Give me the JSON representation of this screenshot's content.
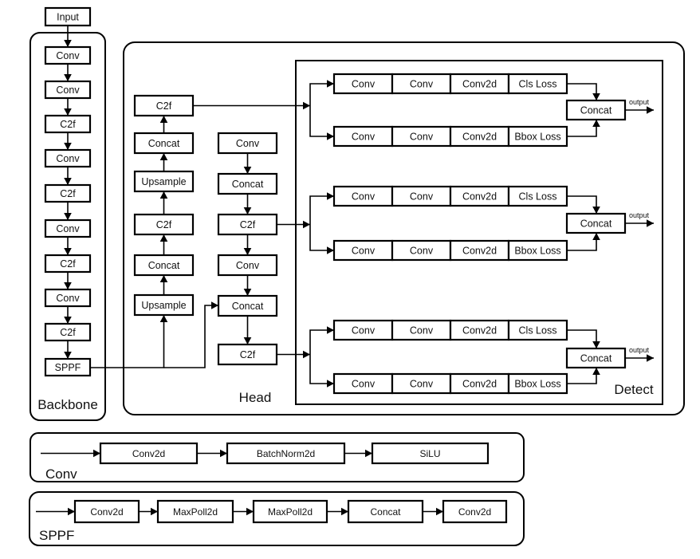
{
  "diagram": {
    "colors": {
      "stroke": "#000000",
      "background": "#ffffff",
      "text": "#111111"
    },
    "input": {
      "label": "Input"
    },
    "backbone": {
      "title": "Backbone",
      "blocks": [
        "Conv",
        "Conv",
        "C2f",
        "Conv",
        "C2f",
        "Conv",
        "C2f",
        "Conv",
        "C2f",
        "SPPF"
      ]
    },
    "head": {
      "title": "Head",
      "left_column": [
        "C2f",
        "Concat",
        "Upsample",
        "C2f",
        "Concat",
        "Upsample"
      ],
      "right_column": [
        "Conv",
        "Concat",
        "C2f",
        "Conv",
        "Concat",
        "C2f"
      ]
    },
    "detect": {
      "title": "Detect",
      "branches": [
        {
          "cls_path": [
            "Conv",
            "Conv",
            "Conv2d",
            "Cls Loss"
          ],
          "bbox_path": [
            "Conv",
            "Conv",
            "Conv2d",
            "Bbox Loss"
          ],
          "merge": "Concat",
          "output": "output"
        },
        {
          "cls_path": [
            "Conv",
            "Conv",
            "Conv2d",
            "Cls Loss"
          ],
          "bbox_path": [
            "Conv",
            "Conv",
            "Conv2d",
            "Bbox Loss"
          ],
          "merge": "Concat",
          "output": "output"
        },
        {
          "cls_path": [
            "Conv",
            "Conv",
            "Conv2d",
            "Cls Loss"
          ],
          "bbox_path": [
            "Conv",
            "Conv",
            "Conv2d",
            "Bbox Loss"
          ],
          "merge": "Concat",
          "output": "output"
        }
      ]
    },
    "legend": {
      "conv": {
        "title": "Conv",
        "blocks": [
          "Conv2d",
          "BatchNorm2d",
          "SiLU"
        ]
      },
      "sppf": {
        "title": "SPPF",
        "blocks": [
          "Conv2d",
          "MaxPoll2d",
          "MaxPoll2d",
          "Concat",
          "Conv2d"
        ]
      }
    }
  }
}
